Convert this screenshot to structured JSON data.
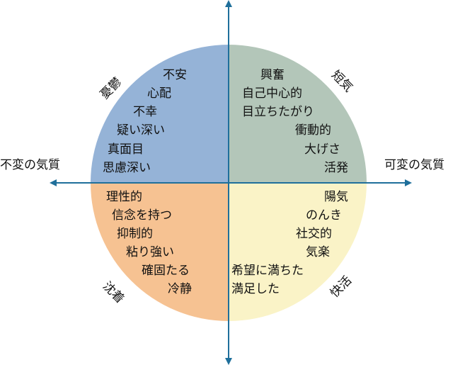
{
  "colors": {
    "melancholic": "#95b3d7",
    "choleric": "#b3c6b9",
    "phlegmatic": "#f6c292",
    "sanguine": "#faf3c7",
    "axis": "#1f6f9b"
  },
  "axes": {
    "left": "不変の気質",
    "right": "可変の気質"
  },
  "quadrants": {
    "top_left": {
      "name": "憂鬱",
      "items": [
        "不安",
        "心配",
        "不幸",
        "疑い深い",
        "真面目",
        "思慮深い"
      ]
    },
    "top_right": {
      "name": "短気",
      "items": [
        "興奮",
        "自己中心的",
        "目立ちたがり",
        "衝動的",
        "大げさ",
        "活発"
      ]
    },
    "bottom_left": {
      "name": "沈着",
      "items": [
        "理性的",
        "信念を持つ",
        "抑制的",
        "粘り強い",
        "確固たる",
        "冷静"
      ]
    },
    "bottom_right": {
      "name": "快活",
      "items": [
        "陽気",
        "のんき",
        "社交的",
        "気楽",
        "希望に満ちた",
        "満足した"
      ]
    }
  }
}
